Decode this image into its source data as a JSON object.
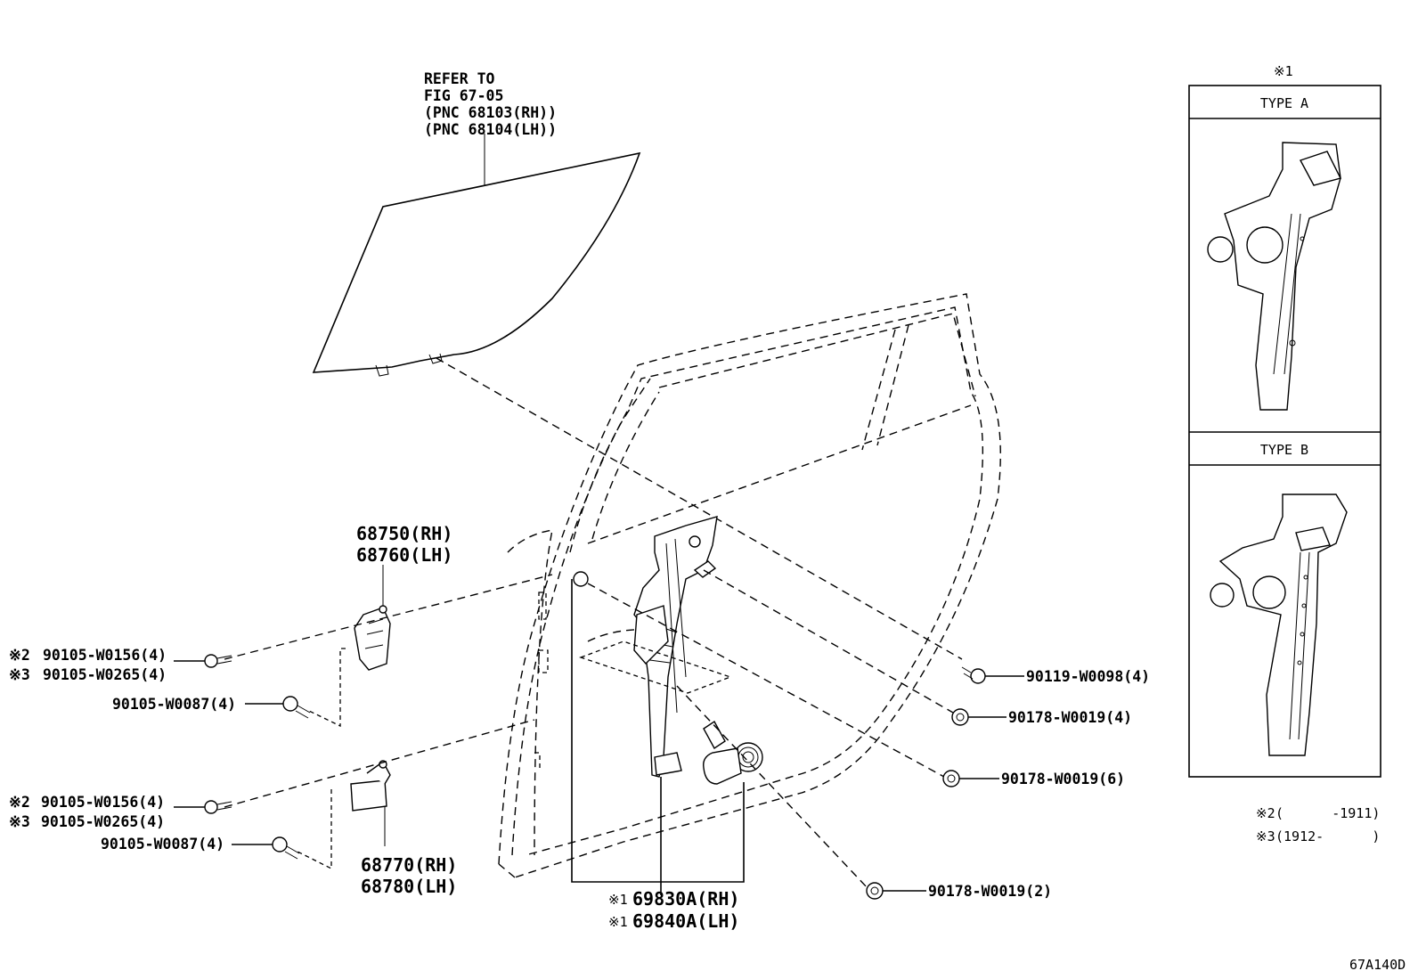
{
  "glass_ref": {
    "line1": "REFER TO",
    "line2": "FIG 67-05",
    "line3": "(PNC 68103(RH))",
    "line4": "(PNC 68104(LH))"
  },
  "hinge_upper": {
    "rh": "68750(RH)",
    "lh": "68760(LH)"
  },
  "hinge_lower": {
    "rh": "68770(RH)",
    "lh": "68780(LH)"
  },
  "regulator": {
    "rh": "69830A(RH)",
    "lh": "69840A(LH)",
    "mark": "※1"
  },
  "bolts_left": {
    "upper_a": {
      "mark": "※2",
      "part": "90105-W0156(4)"
    },
    "upper_b": {
      "mark": "※3",
      "part": "90105-W0265(4)"
    },
    "upper_c": {
      "part": "90105-W0087(4)"
    },
    "lower_a": {
      "mark": "※2",
      "part": "90105-W0156(4)"
    },
    "lower_b": {
      "mark": "※3",
      "part": "90105-W0265(4)"
    },
    "lower_c": {
      "part": "90105-W0087(4)"
    }
  },
  "bolts_right": [
    "90119-W0098(4)",
    "90178-W0019(4)",
    "90178-W0019(6)",
    "90178-W0019(2)"
  ],
  "inset": {
    "mark": "※1",
    "type_a": "TYPE A",
    "type_b": "TYPE B"
  },
  "notes": {
    "n2_mark": "※2",
    "n2_text": "(      -1911)",
    "n3_mark": "※3",
    "n3_text": "(1912-      )"
  },
  "figure_code": "67A140D"
}
